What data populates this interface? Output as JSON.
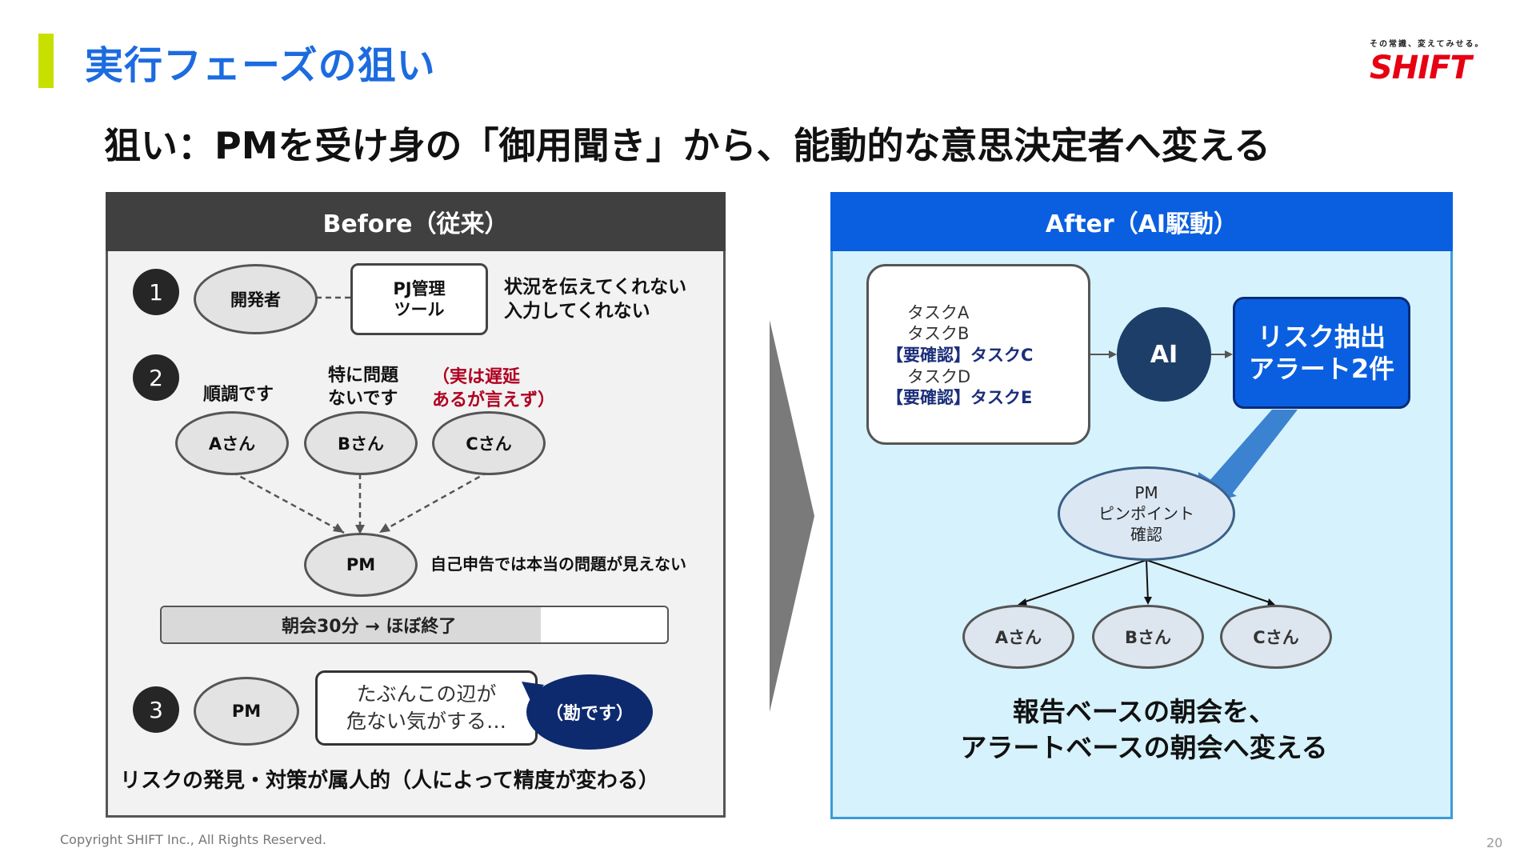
{
  "header": {
    "title": "実行フェーズの狙い",
    "logo_tagline": "その常識、変えてみせる。",
    "logo": "SHIFT"
  },
  "subtitle": "狙い：PMを受け身の「御用聞き」から、能動的な意思決定者へ変える",
  "before": {
    "heading": "Before（従来）",
    "step1": {
      "number": "1",
      "developer": "開発者",
      "tool": "PJ管理\nツール",
      "issue": "状況を伝えてくれない\n入力してくれない"
    },
    "step2": {
      "number": "2",
      "quote_a": "順調です",
      "quote_b": "特に問題\nないです",
      "quote_c": "（実は遅延\nあるが言えず）",
      "member_a": "Aさん",
      "member_b": "Bさん",
      "member_c": "Cさん",
      "pm": "PM",
      "pm_note": "自己申告では本当の問題が見えない",
      "meeting_label": "朝会30分 → ほぼ終了",
      "meeting_progress": 0.75
    },
    "step3": {
      "number": "3",
      "pm": "PM",
      "speech": "たぶんこの辺が\n危ない気がする…",
      "hunch": "（勘です）"
    },
    "summary": "リスクの発見・対策が属人的（人によって精度が変わる）"
  },
  "after": {
    "heading": "After（AI駆動）",
    "tasks": [
      {
        "label": "タスクA",
        "flag": false
      },
      {
        "label": "タスクB",
        "flag": false
      },
      {
        "label": "【要確認】タスクC",
        "flag": true
      },
      {
        "label": "タスクD",
        "flag": false
      },
      {
        "label": "【要確認】タスクE",
        "flag": true
      }
    ],
    "ai": "AI",
    "alert": "リスク抽出\nアラート2件",
    "pm_focus": "PM\nピンポイント\n確認",
    "member_a": "Aさん",
    "member_b": "Bさん",
    "member_c": "Cさん",
    "conclusion": "報告ベースの朝会を、\nアラートベースの朝会へ変える"
  },
  "colors": {
    "title_blue": "#1c6be0",
    "accent_green": "#c8e000",
    "logo_red": "#e60012",
    "after_blue": "#0a5fe0",
    "after_bg": "#d6f2fc",
    "before_head": "#404040",
    "hunch_navy": "#0e2a6e",
    "warning_red": "#b00020"
  },
  "footer": {
    "copyright": "Copyright SHIFT Inc., All Rights Reserved.",
    "page_number": "20"
  }
}
